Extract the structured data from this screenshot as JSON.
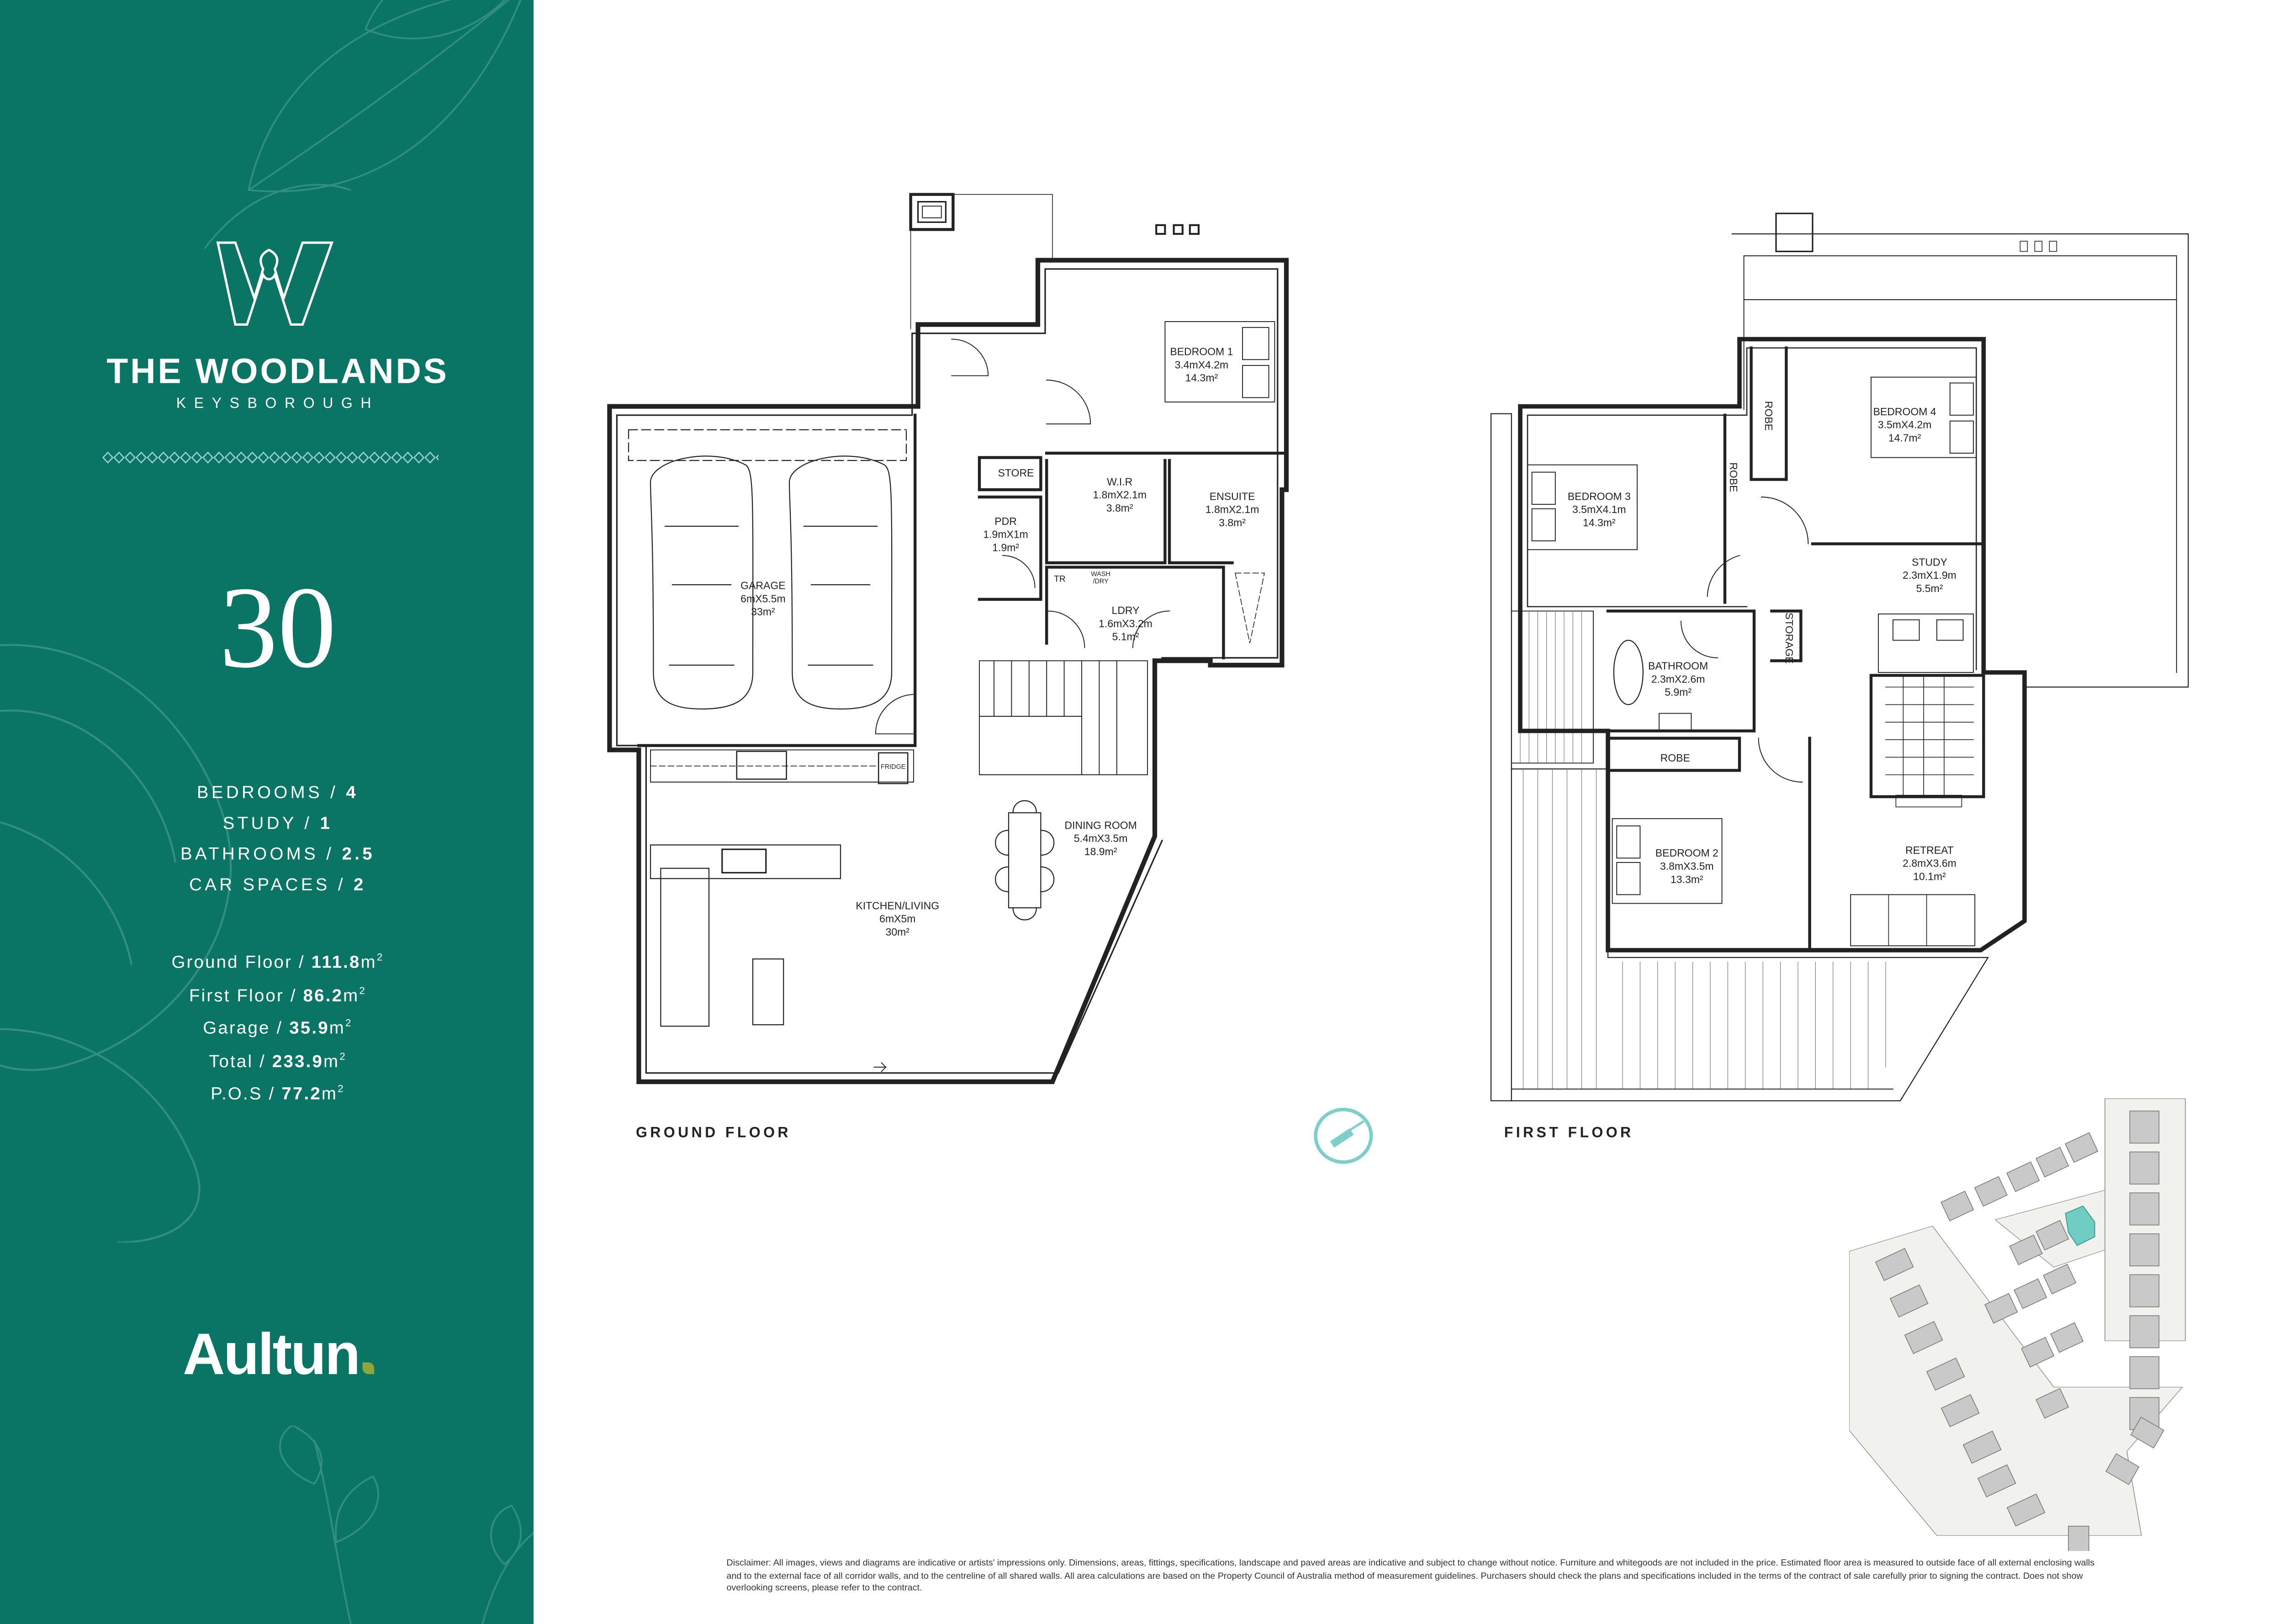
{
  "brand": {
    "logo_letter": "W",
    "title": "THE WOODLANDS",
    "subtitle": "KEYSBOROUGH",
    "developer": "Aultun",
    "colors": {
      "sidebar": "#0a7564",
      "accent_dot": "#8fa63d",
      "compass": "#7ecfcc",
      "highlight_lot": "#6fcdc3"
    }
  },
  "lot_number": "30",
  "specs": [
    {
      "label": "BEDROOMS",
      "value": "4"
    },
    {
      "label": "STUDY",
      "value": "1"
    },
    {
      "label": "BATHROOMS",
      "value": "2.5"
    },
    {
      "label": "CAR SPACES",
      "value": "2"
    }
  ],
  "areas": [
    {
      "label": "Ground Floor",
      "value": "111.8",
      "unit": "m",
      "sup": "2"
    },
    {
      "label": "First Floor ",
      "value": "86.2",
      "unit": "m",
      "sup": "2"
    },
    {
      "label": "Garage",
      "value": "35.9",
      "unit": "m",
      "sup": "2"
    },
    {
      "label": "Total",
      "value": "233.9",
      "unit": "m",
      "sup": "2"
    },
    {
      "label": "P.O.S",
      "value": "77.2",
      "unit": "m",
      "sup": "2"
    }
  ],
  "ground_floor": {
    "label": "GROUND FLOOR",
    "rooms": [
      {
        "name": "BEDROOM 1",
        "size": "3.4mX4.2m",
        "area": "14.3m²"
      },
      {
        "name": "STORE",
        "size": "",
        "area": ""
      },
      {
        "name": "W.I.R",
        "size": "1.8mX2.1m",
        "area": "3.8m²"
      },
      {
        "name": "ENSUITE",
        "size": "1.8mX2.1m",
        "area": "3.8m²"
      },
      {
        "name": "PDR",
        "size": "1.9mX1m",
        "area": "1.9m²"
      },
      {
        "name": "LDRY",
        "size": "1.6mX3.2m",
        "area": "5.1m²"
      },
      {
        "name": "GARAGE",
        "size": "6mX5.5m",
        "area": "33m²"
      },
      {
        "name": "DINING ROOM",
        "size": "5.4mX3.5m",
        "area": "18.9m²"
      },
      {
        "name": "KITCHEN/LIVING",
        "size": "6mX5m",
        "area": "30m²"
      }
    ],
    "fixtures": {
      "trough": "TR",
      "wash_dry": "WASH /DRY",
      "fridge": "FRIDGE"
    }
  },
  "first_floor": {
    "label": "FIRST FLOOR",
    "rooms": [
      {
        "name": "BEDROOM 3",
        "size": "3.5mX4.1m",
        "area": "14.3m²"
      },
      {
        "name": "BEDROOM 4",
        "size": "3.5mX4.2m",
        "area": "14.7m²"
      },
      {
        "name": "STUDY",
        "size": "2.3mX1.9m",
        "area": "5.5m²"
      },
      {
        "name": "BATHROOM",
        "size": "2.3mX2.6m",
        "area": "5.9m²"
      },
      {
        "name": "BEDROOM 2",
        "size": "3.8mX3.5m",
        "area": "13.3m²"
      },
      {
        "name": "RETREAT",
        "size": "2.8mX3.6m",
        "area": "10.1m²"
      }
    ],
    "robes": [
      "ROBE",
      "ROBE",
      "ROBE"
    ],
    "storage": "STORAGE"
  },
  "compass": {
    "icon": "north-compass-icon"
  },
  "site_map": {
    "highlighted_lot": "30"
  },
  "disclaimer": "Disclaimer: All images, views and diagrams are indicative or artists' impressions only. Dimensions, areas, fittings, specifications, landscape and paved areas are indicative and subject to change without notice. Furniture and whitegoods are not included in the price. Estimated floor area is measured to outside face of all external enclosing walls and to the external face of all corridor walls, and to the centreline of all shared walls. All area calculations are based on the Property Council of Australia method of measurement guidelines. Purchasers should check the plans and specifications included in the terms of the contract of sale carefully prior to signing the contract. Does not show overlooking screens, please refer to the contract."
}
